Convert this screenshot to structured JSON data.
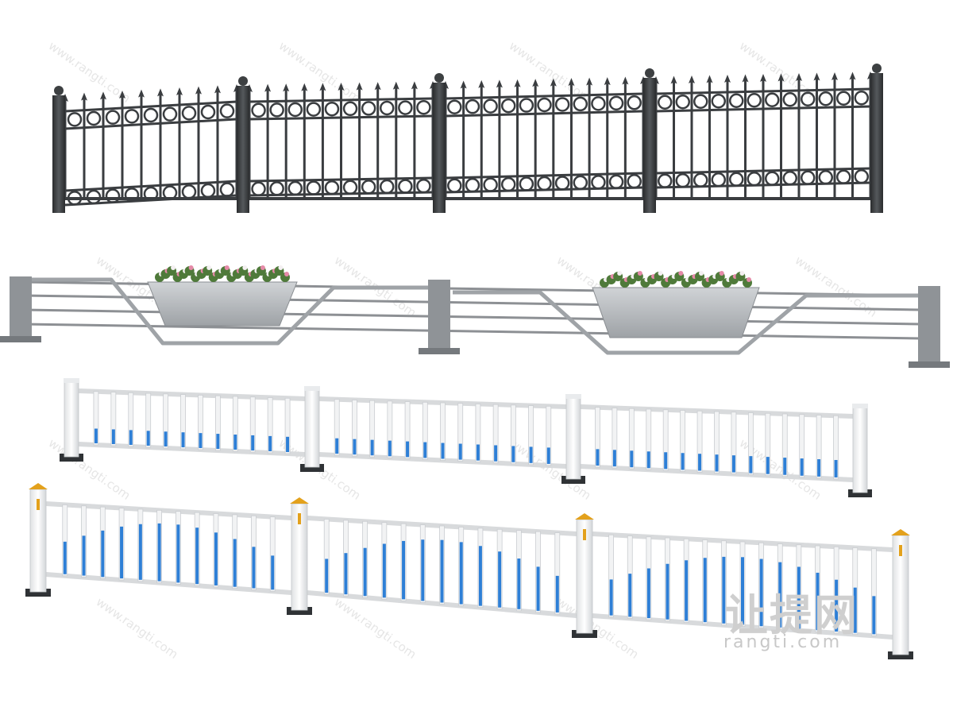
{
  "watermark": {
    "brand_cn": "让提网",
    "brand_url": "rangti.com",
    "tile_text": "www.rangti.com"
  },
  "colors": {
    "iron": "#3a3d40",
    "planter": "#b9bcbf",
    "rail_white": "#f2f3f4",
    "rail_blue": "#2e7fd6",
    "cap_gold": "#e3a11c"
  },
  "scene": {
    "fences": [
      {
        "name": "wrought-iron-fence",
        "panels": 4
      },
      {
        "name": "planter-rail-fence",
        "planters": 2
      },
      {
        "name": "white-blue-road-railing-small",
        "panels": 3
      },
      {
        "name": "white-blue-road-railing-large",
        "panels": 3
      }
    ]
  }
}
